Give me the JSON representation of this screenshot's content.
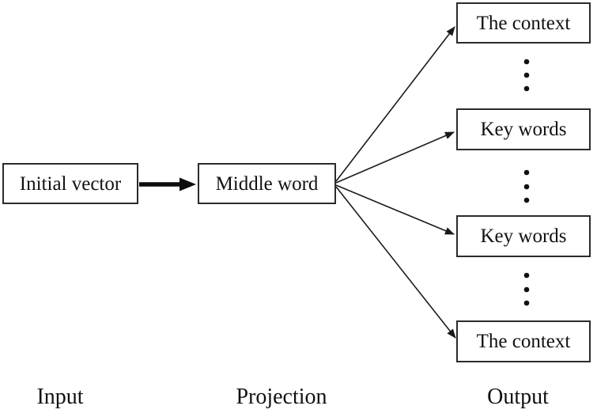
{
  "diagram": {
    "nodes": {
      "input_box": "Initial vector",
      "projection_box": "Middle word",
      "output_boxes": [
        "The context",
        "Key words",
        "Key words",
        "The context"
      ]
    },
    "column_labels": {
      "input": "Input",
      "projection": "Projection",
      "output": "Output"
    },
    "colors": {
      "background": "#ffffff",
      "box_border": "#2b2b2b",
      "text": "#111111",
      "arrow": "#1a1a1a"
    }
  }
}
